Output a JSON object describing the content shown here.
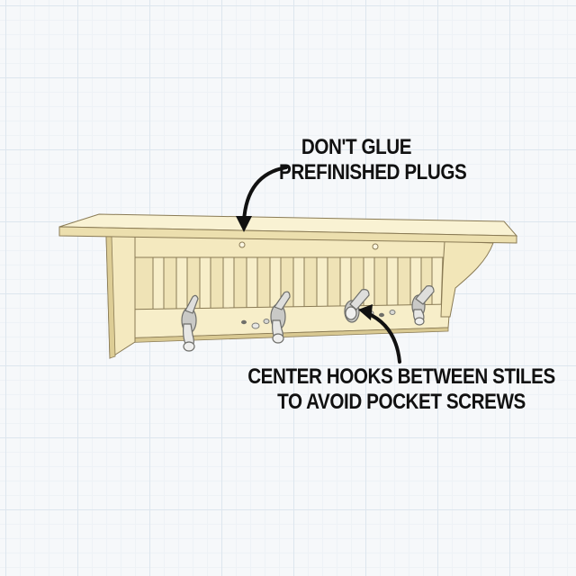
{
  "callouts": [
    {
      "lines": [
        "DON'T GLUE",
        "PREFINISHED PLUGS"
      ]
    },
    {
      "lines": [
        "CENTER HOOKS BETWEEN STILES",
        "TO AVOID POCKET SCREWS"
      ]
    }
  ],
  "colors": {
    "wood_light": "#f7eec9",
    "wood_mid": "#ecdfae",
    "wood_shadow": "#d9c992",
    "outline": "#8a7b55",
    "hook_metal": "#c9c9c6",
    "hook_highlight": "#efefee",
    "arrow": "#111111",
    "grid_major": "#dde6ee",
    "grid_minor": "#eef2f6"
  },
  "icons": [
    "coat-hook-icon",
    "pocket-screw-icon",
    "wood-plug-icon",
    "callout-arrow-icon"
  ]
}
